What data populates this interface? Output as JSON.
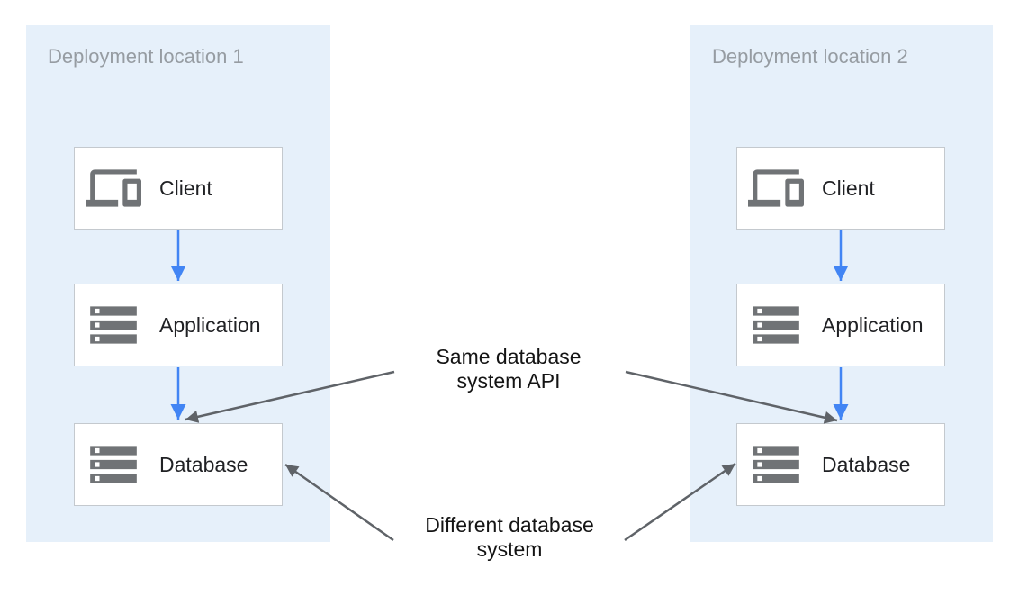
{
  "panels": [
    {
      "id": "deployment-location-1",
      "title": "Deployment location 1",
      "nodes": [
        {
          "icon": "devices-icon",
          "label": "Client"
        },
        {
          "icon": "server-stack-icon",
          "label": "Application"
        },
        {
          "icon": "server-stack-icon",
          "label": "Database"
        }
      ]
    },
    {
      "id": "deployment-location-2",
      "title": "Deployment location 2",
      "nodes": [
        {
          "icon": "devices-icon",
          "label": "Client"
        },
        {
          "icon": "server-stack-icon",
          "label": "Application"
        },
        {
          "icon": "server-stack-icon",
          "label": "Database"
        }
      ]
    }
  ],
  "annotations": [
    {
      "id": "same-database-system-api",
      "lines": [
        "Same database",
        "system API"
      ]
    },
    {
      "id": "different-database-system",
      "lines": [
        "Different database",
        "system"
      ]
    }
  ],
  "colors": {
    "accent-blue": "#4285F4",
    "arrow-gray": "#5F6368",
    "panel-bg": "#E6F0FA",
    "box-border": "#C4C9CE",
    "icon-gray": "#707376",
    "title-gray": "#969CA2",
    "label-color": "#202124",
    "annotation-color": "#141414",
    "canvas-bg": "#FFFFFF"
  }
}
